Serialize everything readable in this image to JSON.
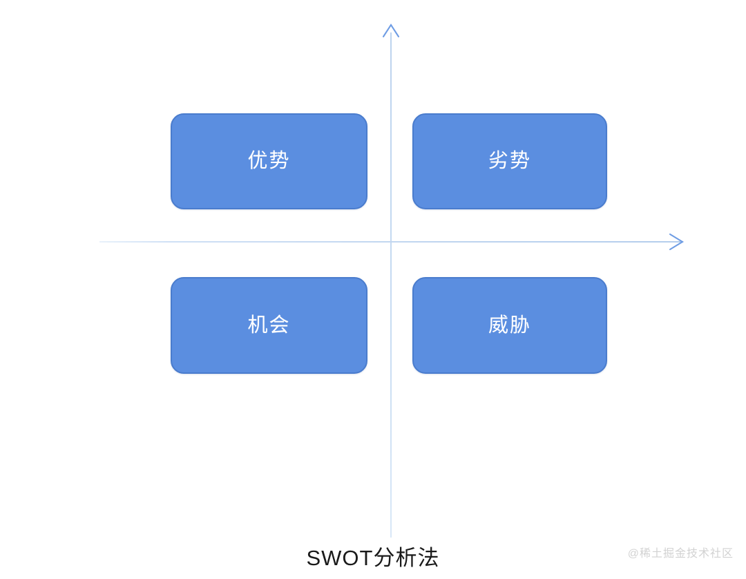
{
  "diagram": {
    "title": "SWOT分析法",
    "type": "swot-matrix",
    "colors": {
      "box_fill": "#5b8ee0",
      "box_border": "#4a7ccd",
      "box_text": "#ffffff",
      "axis": "#bed4ef",
      "caption_text": "#1a1a1a",
      "watermark_text": "#d2d2d2",
      "background": "#ffffff"
    },
    "axes": {
      "vertical": {
        "name": "vertical-axis",
        "arrow": "up",
        "arrow_style": "open-v"
      },
      "horizontal": {
        "name": "horizontal-axis",
        "arrow": "right",
        "arrow_style": "open-v"
      }
    },
    "quadrants": [
      {
        "key": "strength",
        "label": "优势",
        "position": "top-left"
      },
      {
        "key": "weakness",
        "label": "劣势",
        "position": "top-right"
      },
      {
        "key": "opportunity",
        "label": "机会",
        "position": "bottom-left"
      },
      {
        "key": "threat",
        "label": "威胁",
        "position": "bottom-right"
      }
    ]
  },
  "caption": "SWOT分析法",
  "watermark": "@稀土掘金技术社区"
}
